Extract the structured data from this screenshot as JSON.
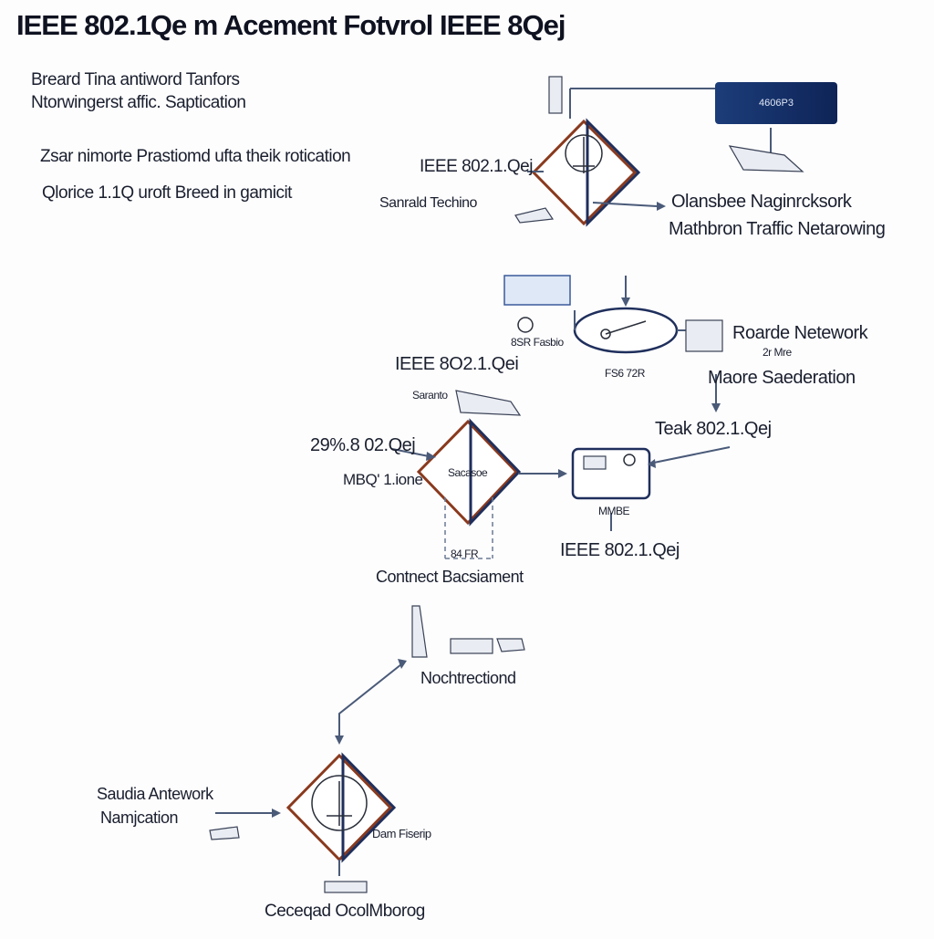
{
  "title": "IEEE 802.1Qe m Acement Fotvrol IEEE 8Qej",
  "notes": {
    "line1": "Breard Tina antiword Tanfors",
    "line2": "Ntorwingerst affic. Saptication",
    "line3": "Zsar nimorte Prastiomd ufta theik rotication",
    "line4": "Qlorice 1.1Q uroft Breed in gamicit"
  },
  "badge": {
    "label": "4606P3"
  },
  "nodes": {
    "top_diamond_label": "IEEE 802.1.Qej",
    "top_diamond_side": "Sanrald Techino",
    "right_top_1": "Olansbee Naginrcksork",
    "right_top_2": "Mathbron Traffic Netarowing",
    "mid_device_label": "8SR Fasbio",
    "mid_ellipse_label": "FS6 72R",
    "right_mid_1": "Roarde Netework",
    "right_mid_2": "2r Mre",
    "right_mid_3": "Maore Saederation",
    "teak": "Teak 802.1.Qej",
    "center_label_1": "IEEE 8O2.1.Qei",
    "center_label_2": "Saranto",
    "left_label_1": "29%.8 02.Qej",
    "left_label_2": "MBQ' 1.ione",
    "center_diamond": "Sacasoe",
    "under_center": "Contnect Bacsiament",
    "under_center_small": "84 FR",
    "right_box_small": "MMBE",
    "right_box_label": "IEEE 802.1.Qej",
    "notch": "Nochtrectiond",
    "bottom_left_1": "Saudia Antework",
    "bottom_left_2": "Namjcation",
    "bottom_diamond_side": "Dam Fiserip",
    "bottom_label": "Ceceqad OcolMborog"
  }
}
